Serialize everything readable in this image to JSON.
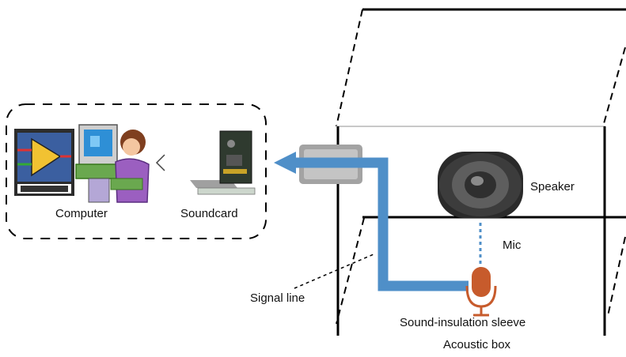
{
  "labels": {
    "computer": "Computer",
    "soundcard": "Soundcard",
    "speaker": "Speaker",
    "mic": "Mic",
    "signal_line": "Signal line",
    "box_line1": "Sound-insulation sleeve",
    "box_line2": "Acoustic box"
  },
  "icons": {
    "labview": "labview-logo-icon",
    "computer_user": "computer-user-icon",
    "soundcard": "soundcard-icon",
    "speaker": "speaker-icon",
    "microphone": "microphone-icon"
  },
  "colors": {
    "signal_line": "#4f8fc8",
    "mic": "#c75b2c",
    "connector": "#9a9a9a"
  }
}
